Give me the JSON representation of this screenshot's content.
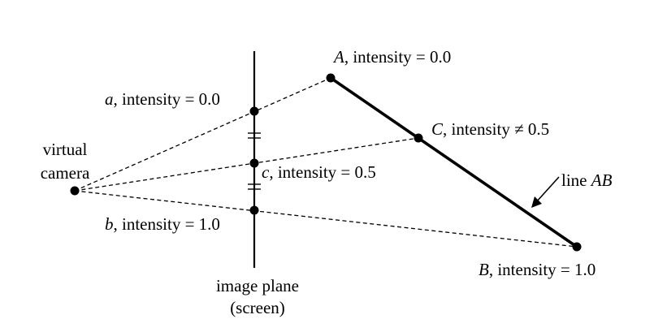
{
  "labels": {
    "point_A": {
      "var": "A",
      "text": ", intensity = 0.0"
    },
    "point_C": {
      "var": "C",
      "text": ", intensity ≠ 0.5"
    },
    "point_B": {
      "var": "B",
      "text": ", intensity = 1.0"
    },
    "point_a": {
      "var": "a",
      "text": ", intensity = 0.0"
    },
    "point_c": {
      "var": "c",
      "text": ", intensity = 0.5"
    },
    "point_b": {
      "var": "b",
      "text": ", intensity = 1.0"
    },
    "camera_line1": "virtual",
    "camera_line2": "camera",
    "image_plane_line1": "image plane",
    "image_plane_line2": "(screen)",
    "line_ab": {
      "text": "line ",
      "var": "AB"
    }
  },
  "colors": {
    "ink": "#000000",
    "background": "#ffffff"
  }
}
